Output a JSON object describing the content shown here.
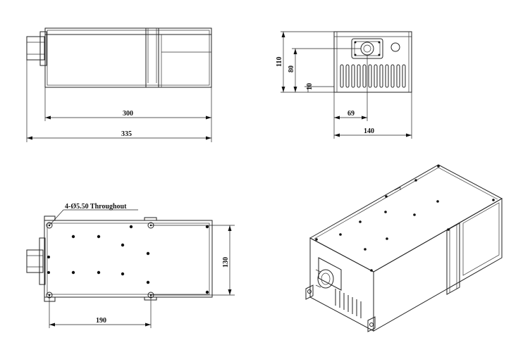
{
  "dimensions": {
    "top_view_inner_length": "300",
    "top_view_overall_length": "335",
    "end_view_height": "110",
    "end_view_center_height": "80",
    "end_view_base_offset": "10",
    "end_view_center_x": "69",
    "end_view_width": "140",
    "bottom_view_hole_spacing_x": "190",
    "bottom_view_hole_spacing_y": "130"
  },
  "annotations": {
    "mounting_holes": "4-Ø5.50 Throughout"
  },
  "colors": {
    "line": "#222222",
    "background": "#ffffff"
  }
}
